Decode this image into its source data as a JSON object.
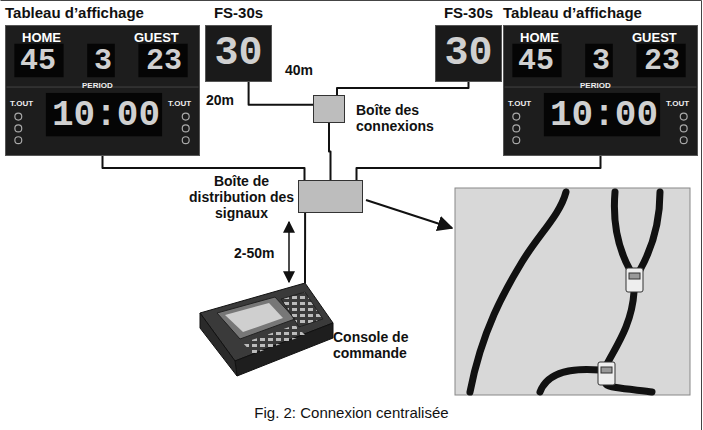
{
  "diagram": {
    "caption": "Fig. 2: Connexion centralisée",
    "nodes": [
      {
        "text": [
          "Tableau d’affichage",
          "HOME",
          "GUEST",
          "45",
          "3",
          "23",
          "PERIOD",
          "T.OUT",
          "T.OUT",
          "10:00"
        ]
      },
      {
        "text": [
          "FS-30s",
          "30"
        ]
      },
      {
        "text": [
          "FS-30s",
          "30"
        ]
      },
      {
        "text": [
          "Tableau d’affichage",
          "HOME",
          "GUEST",
          "45",
          "3",
          "23",
          "PERIOD",
          "T.OUT",
          "T.OUT",
          "10:00"
        ]
      },
      {
        "text": [
          "Boîte des connexions"
        ]
      },
      {
        "text": [
          "Boîte de distribution des signaux"
        ]
      },
      {
        "text": [
          "Console de commande"
        ]
      }
    ],
    "edges": [
      {
        "from": 4,
        "to": 1,
        "arrow": "none"
      },
      {
        "from": 4,
        "to": 2,
        "arrow": "none"
      },
      {
        "from": 4,
        "to": 5,
        "arrow": "none"
      },
      {
        "from": 5,
        "to": 0,
        "arrow": "none"
      },
      {
        "from": 5,
        "to": 3,
        "arrow": "none"
      },
      {
        "from": 5,
        "to": 6,
        "arrow": "none"
      }
    ],
    "labels": [
      "20m",
      "40m",
      "2-50m"
    ]
  }
}
